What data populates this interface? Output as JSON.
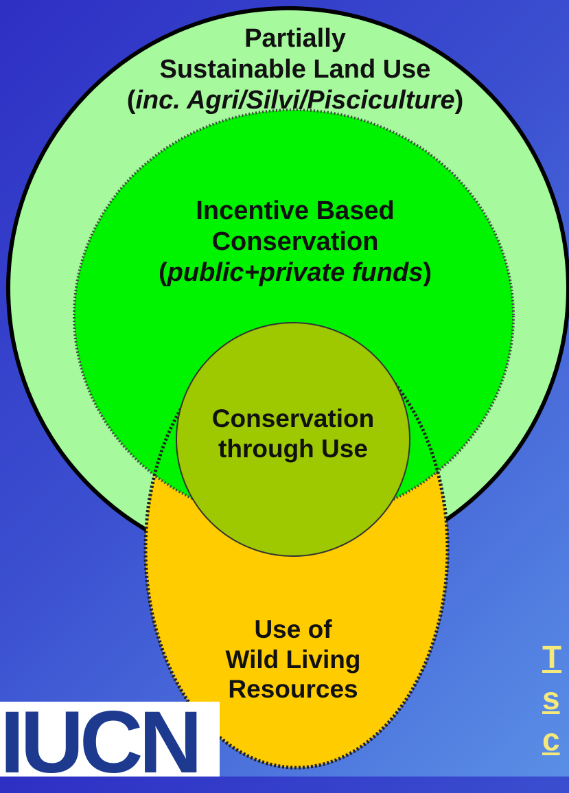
{
  "circles": {
    "outer": {
      "line1": "Partially",
      "line2": "Sustainable Land Use",
      "line3_open": "(",
      "line3_italic": "inc. Agri/Silvi/Pisciculture",
      "line3_close": ")",
      "color": "#a6f99c"
    },
    "middle": {
      "line1": "Incentive Based",
      "line2": "Conservation",
      "line3_open": "(",
      "line3_italic": "public+private funds",
      "line3_close": ")",
      "color": "#00f400"
    },
    "inner": {
      "line1": "Conservation",
      "line2": "through Use",
      "color": "#9ec800"
    },
    "use": {
      "line1": "Use of",
      "line2": "Wild Living",
      "line3": "Resources",
      "color": "#ffcc00"
    }
  },
  "side_text": [
    "T",
    "s",
    "c"
  ],
  "logo": {
    "text": "IUCN"
  }
}
